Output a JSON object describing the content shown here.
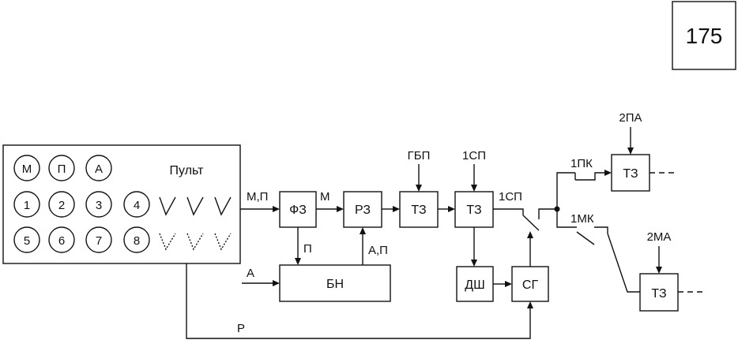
{
  "page_number": "175",
  "console": {
    "title": "Пульт",
    "mode_buttons": [
      "М",
      "П",
      "А"
    ],
    "row1_buttons": [
      "1",
      "2",
      "3",
      "4"
    ],
    "row2_buttons": [
      "5",
      "6",
      "7",
      "8"
    ]
  },
  "blocks": {
    "fz": "ФЗ",
    "rz": "РЗ",
    "tz1": "ТЗ",
    "tz2": "ТЗ",
    "bn": "БН",
    "dsh": "ДШ",
    "sg": "СГ",
    "tz_pk": "ТЗ",
    "tz_mk": "ТЗ"
  },
  "labels": {
    "console_out": "М,П",
    "fz_to_rz": "М",
    "fz_to_bn": "П",
    "bn_to_rz": "А,П",
    "a_in": "А",
    "r_line": "Р",
    "gbp": "ГБП",
    "sp_in": "1СП",
    "sp_out": "1СП",
    "pk": "1ПК",
    "mk": "1МК",
    "pa": "2ПА",
    "ma": "2МА"
  }
}
